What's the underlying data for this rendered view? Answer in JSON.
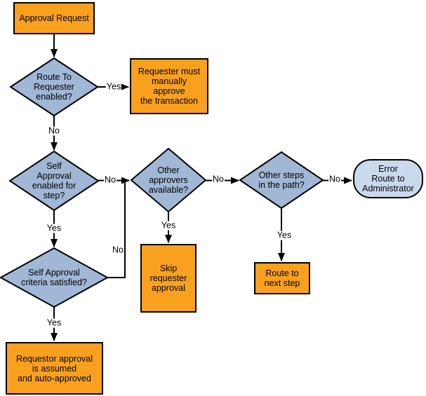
{
  "diagram": {
    "title": "Approval Request flowchart",
    "type": "flowchart"
  },
  "colors": {
    "process_fill": "#F9A11F",
    "decision_fill": "#A0B7D6",
    "terminator_fill": "#C9DAEE",
    "border": "#000000",
    "connector": "#000000",
    "background": "#FFFFFF"
  },
  "nodes": {
    "start": {
      "type": "process",
      "label": "Approval Request"
    },
    "route_to_requester": {
      "type": "decision",
      "label": "Route To\nRequester\nenabled?"
    },
    "manual_approve": {
      "type": "process",
      "label": "Requester must\nmanually\napprove\nthe transaction"
    },
    "self_approval_enabled": {
      "type": "decision",
      "label": "Self\nApproval\nenabled for\nstep?"
    },
    "other_approvers": {
      "type": "decision",
      "label": "Other\napprovers\navailable?"
    },
    "other_steps": {
      "type": "decision",
      "label": "Other steps\nin the path?"
    },
    "error_admin": {
      "type": "terminator",
      "label": "Error\nRoute to\nAdministrator"
    },
    "skip_requester": {
      "type": "process",
      "label": "Skip\nrequester\napproval"
    },
    "route_next": {
      "type": "process",
      "label": "Route to\nnext step"
    },
    "criteria_satisfied": {
      "type": "decision",
      "label": "Self Approval\ncriteria satisfied?"
    },
    "auto_approved": {
      "type": "process",
      "label": "Requestor approval\nis assumed\nand auto-approved"
    }
  },
  "edge_labels": {
    "route_yes": "Yes",
    "route_no": "No",
    "self_no": "No",
    "self_yes": "Yes",
    "approvers_no": "No",
    "approvers_yes": "Yes",
    "steps_no": "No",
    "steps_yes": "Yes",
    "criteria_no": "No",
    "criteria_yes": "Yes"
  }
}
